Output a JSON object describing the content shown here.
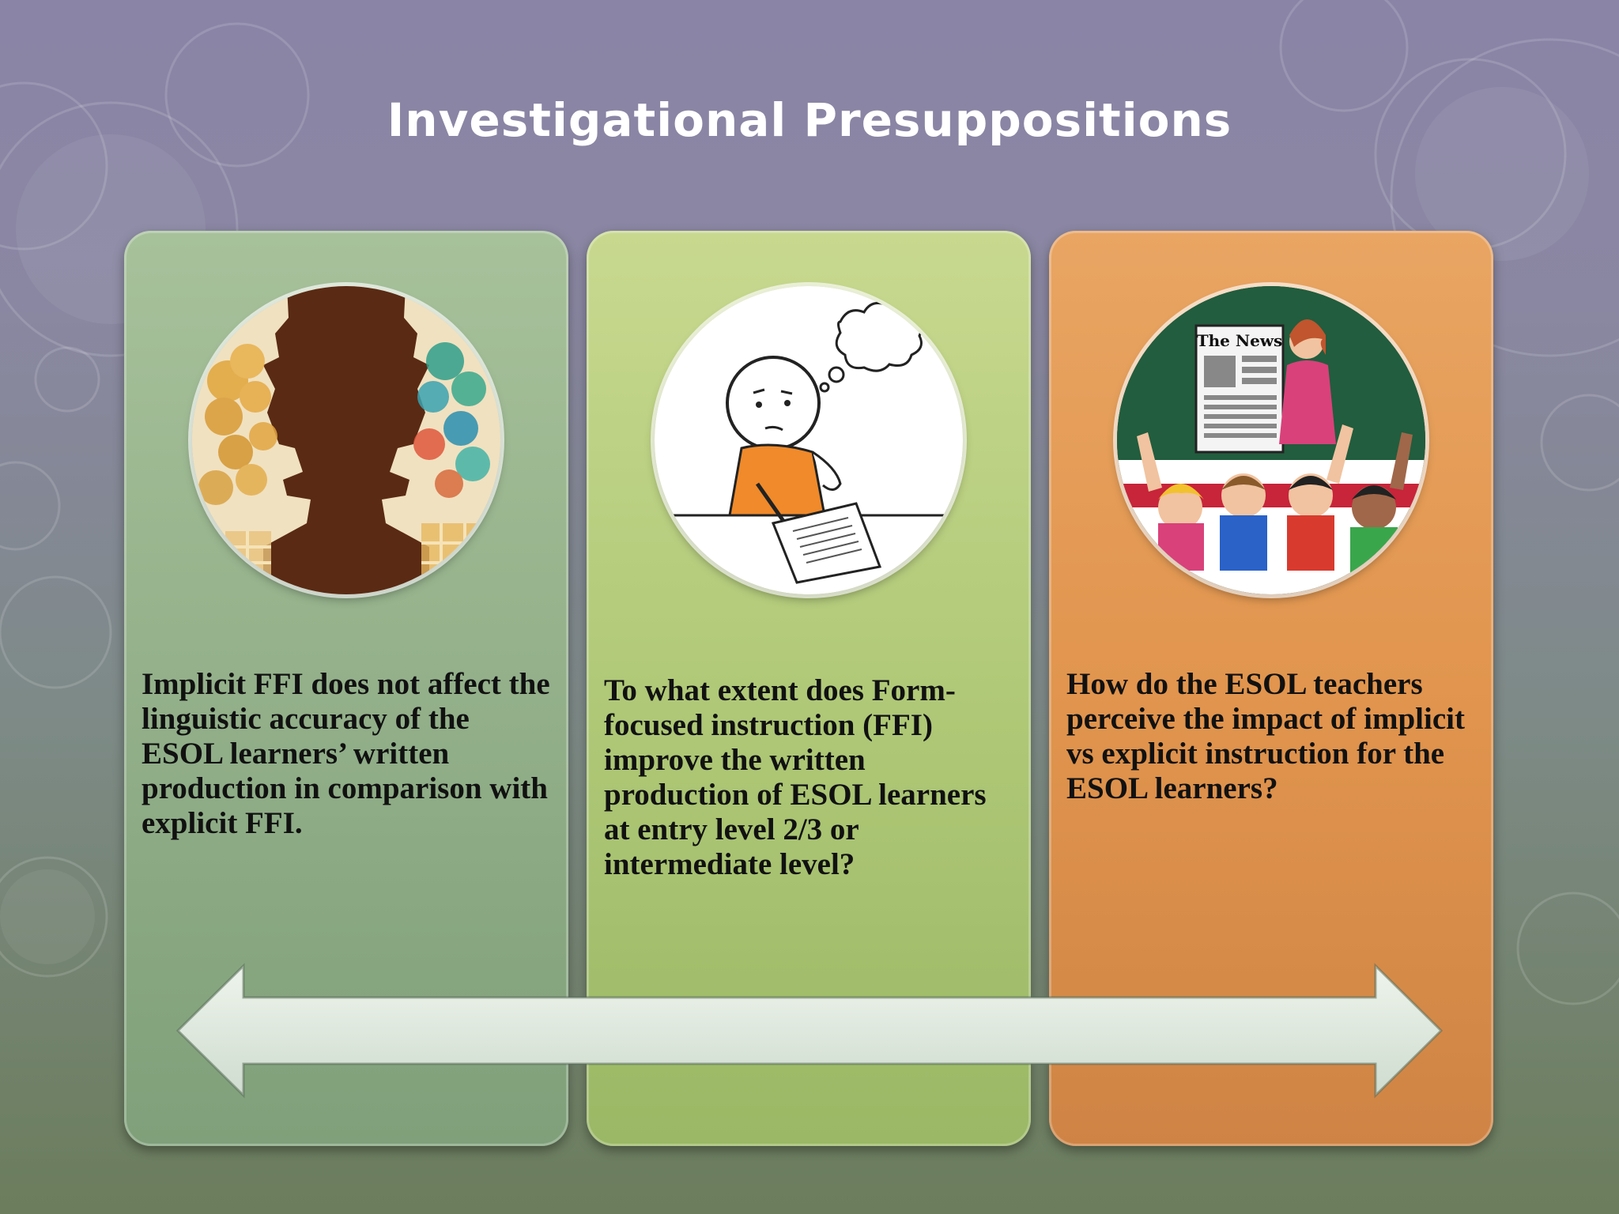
{
  "slide": {
    "title": "Investigational Presuppositions"
  },
  "panels": [
    {
      "image": "two-head-silhouettes",
      "text": "Implicit FFI does not affect the linguistic accuracy of the ESOL learners’ written production in comparison with explicit FFI."
    },
    {
      "image": "student-thinking-writing",
      "text": "To what extent does Form-focused instruction (FFI) improve the written production of ESOL learners at entry level 2/3 or intermediate level?"
    },
    {
      "image": "teacher-classroom",
      "text": "How do the ESOL teachers perceive the impact of implicit vs explicit instruction for the ESOL learners?",
      "sign_text": "The News"
    }
  ],
  "arrow": {
    "icon": "double-headed-arrow"
  },
  "colors": {
    "panel1": "#93b08a",
    "panel2": "#b0c978",
    "panel3": "#e1954e",
    "title": "#ffffff"
  }
}
